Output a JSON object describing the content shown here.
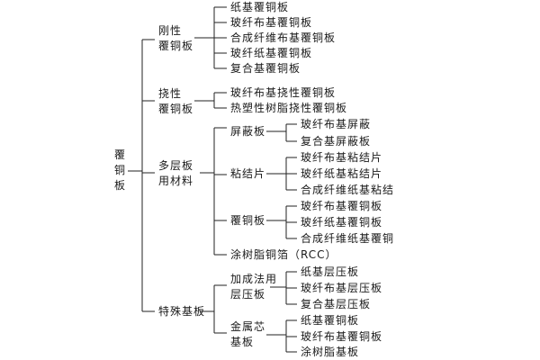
{
  "root": "覆铜板",
  "branches": {
    "rigid": {
      "label_line1": "刚性",
      "label_line2": "覆铜板",
      "items": [
        "纸基覆铜板",
        "玻纤布基覆铜板",
        "合成纤维布基覆铜板",
        "玻纤纸基覆铜板",
        "复合基覆铜板"
      ]
    },
    "flexible": {
      "label_line1": "挠性",
      "label_line2": "覆铜板",
      "items": [
        "玻纤布基挠性覆铜板",
        "热塑性树脂挠性覆铜板"
      ]
    },
    "multilayer": {
      "label_line1": "多层板",
      "label_line2": "用材料",
      "shield": {
        "label": "屏蔽板",
        "items": [
          "玻纤布基屏蔽",
          "复合基屏蔽板"
        ]
      },
      "prepreg": {
        "label": "粘结片",
        "items": [
          "玻纤布基粘结片",
          "玻纤纸基粘结片",
          "合成纤维纸基粘结"
        ]
      },
      "ccl": {
        "label": "覆铜板",
        "items": [
          "玻纤布基覆铜板",
          "玻纤纸基覆铜板",
          "合成纤维纸基覆铜"
        ]
      },
      "rcc": "涂树脂铜箔（RCC）"
    },
    "special": {
      "label": "特殊基板",
      "additive": {
        "label_line1": "加成法用",
        "label_line2": "层压板",
        "items": [
          "纸基层压板",
          "玻纤布基层压板",
          "复合基层压板"
        ]
      },
      "metal": {
        "label_line1": "金属芯",
        "label_line2": "基板",
        "items": [
          "纸基覆铜板",
          "玻纤布基覆铜板",
          "涂树脂基板"
        ]
      }
    }
  }
}
